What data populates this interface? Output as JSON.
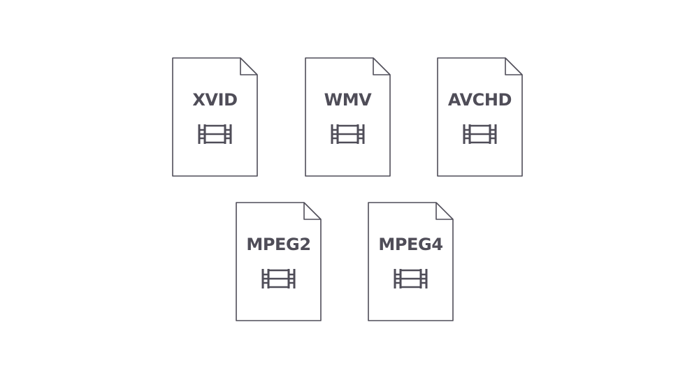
{
  "colors": {
    "stroke": "#4f4d58",
    "text": "#4f4d58",
    "background": "#ffffff"
  },
  "files": [
    {
      "label": "XVID",
      "icon": "film-strip-icon"
    },
    {
      "label": "WMV",
      "icon": "film-strip-icon"
    },
    {
      "label": "AVCHD",
      "icon": "film-strip-icon"
    },
    {
      "label": "MPEG2",
      "icon": "film-strip-icon"
    },
    {
      "label": "MPEG4",
      "icon": "film-strip-icon"
    }
  ]
}
